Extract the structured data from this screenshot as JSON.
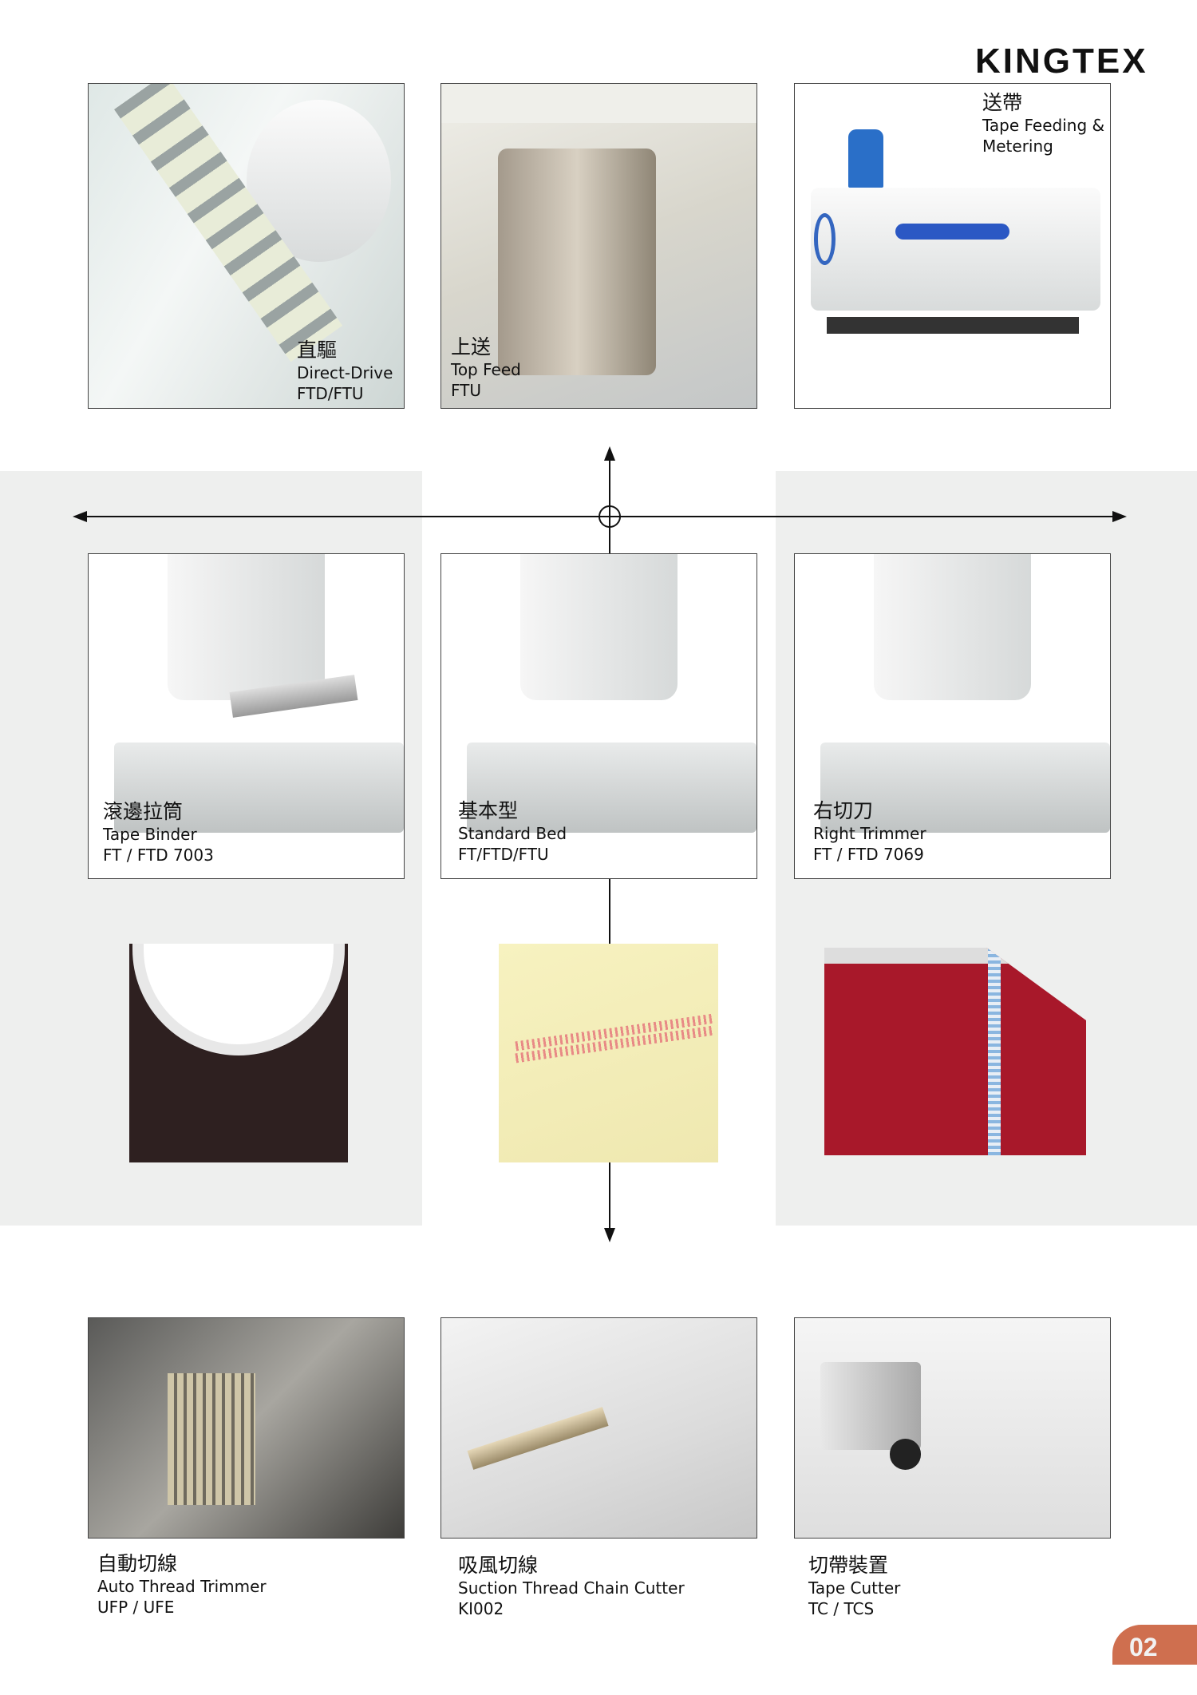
{
  "brand": "KINGTEX",
  "page_number": "02",
  "top_row": [
    {
      "zh": "直驅",
      "en": "Direct-Drive",
      "model": "FTD/FTU"
    },
    {
      "zh": "上送",
      "en": "Top Feed",
      "model": "FTU"
    },
    {
      "zh": "送帶",
      "en": "Tape Feeding &",
      "en2": "Metering"
    }
  ],
  "middle_row": [
    {
      "zh": "滾邊拉筒",
      "en": "Tape Binder",
      "model": "FT / FTD 7003"
    },
    {
      "zh": "基本型",
      "en": "Standard Bed",
      "model": "FT/FTD/FTU"
    },
    {
      "zh": "右切刀",
      "en": "Right Trimmer",
      "model": "FT / FTD 7069"
    }
  ],
  "bottom_row": [
    {
      "zh": "自動切線",
      "en": "Auto Thread Trimmer",
      "model": "UFP / UFE"
    },
    {
      "zh": "吸風切線",
      "en": "Suction Thread Chain Cutter",
      "model": "KI002"
    },
    {
      "zh": "切帶裝置",
      "en": "Tape Cutter",
      "model": "TC / TCS"
    }
  ],
  "colors": {
    "accent": "#cf6f4f",
    "band": "#eeefee"
  }
}
